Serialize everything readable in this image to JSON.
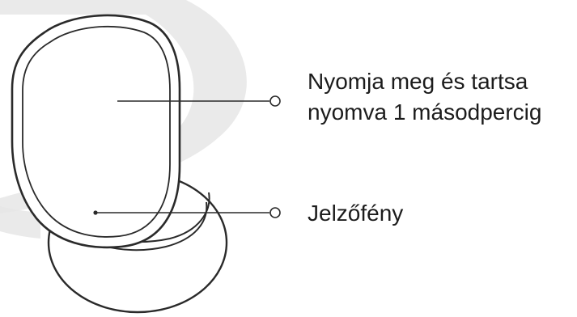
{
  "callouts": {
    "touch_area": {
      "line1": "Nyomja meg és tartsa",
      "line2": "nyomva 1 másodpercig"
    },
    "indicator": {
      "label": "Jelzőfény"
    }
  },
  "colors": {
    "outline": "#2a2a2a",
    "background_swoosh": "#e3e3e3",
    "text": "#1c1c1c"
  }
}
